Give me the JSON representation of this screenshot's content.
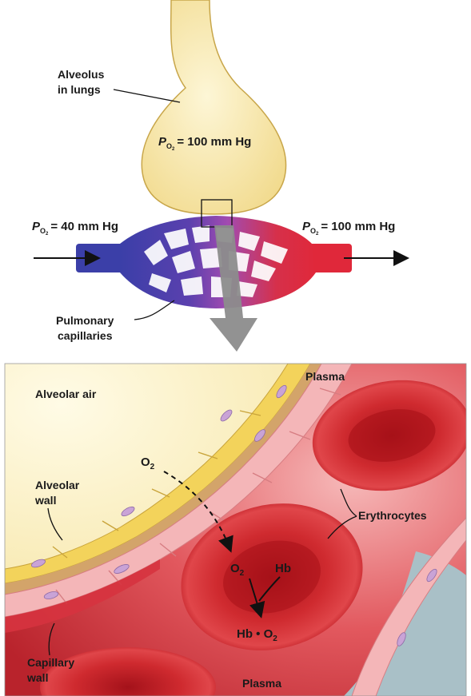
{
  "top": {
    "alveolus_label_line1": "Alveolus",
    "alveolus_label_line2": "in lungs",
    "alveolus_po2": "= 100 mm Hg",
    "inflow_po2": "= 40 mm Hg",
    "outflow_po2": "= 100 mm Hg",
    "p_symbol": "P",
    "o2_subscript": "O",
    "o2_subscript_num": "2",
    "capillaries_line1": "Pulmonary",
    "capillaries_line2": "capillaries"
  },
  "bottom": {
    "alveolar_air": "Alveolar air",
    "plasma_top": "Plasma",
    "plasma_bottom": "Plasma",
    "o2": "O",
    "o2_num": "2",
    "alveolar_wall_line1": "Alveolar",
    "alveolar_wall_line2": "wall",
    "erythrocytes": "Erythrocytes",
    "o2_inner": "O",
    "o2_inner_num": "2",
    "hb": "Hb",
    "hb_o2": "Hb • O",
    "hb_o2_num": "2",
    "capillary_wall_line1": "Capillary",
    "capillary_wall_line2": "wall"
  },
  "colors": {
    "alveolus_fill": "#f9e7a6",
    "venous_blue": "#3b3fa8",
    "arterial_red": "#e0283a",
    "capillary_purple": "#a24bb0",
    "plasma_red": "#d6333f",
    "cell_red": "#c8171f",
    "alveolar_wall": "#f3d35b",
    "capillary_wall": "#f4b6b8",
    "gray_arrow": "#8c8c8c"
  }
}
